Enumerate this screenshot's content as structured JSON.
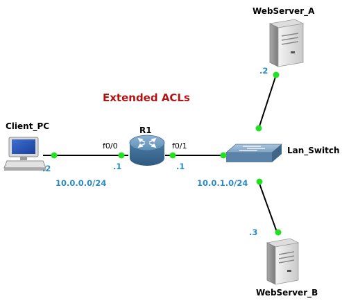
{
  "title": "Extended ACLs",
  "colors": {
    "title": "#b01515",
    "address": "#2a8ac4",
    "link": "#000000",
    "port_dot": "#22e022"
  },
  "devices": {
    "client_pc": {
      "name": "Client_PC",
      "icon": "desktop-pc-icon",
      "host_octet": ".2"
    },
    "router": {
      "name": "R1",
      "icon": "router-icon"
    },
    "switch": {
      "name": "Lan_Switch",
      "icon": "switch-icon"
    },
    "webserver_a": {
      "name": "WebServer_A",
      "icon": "server-icon",
      "host_octet": ".2"
    },
    "webserver_b": {
      "name": "WebServer_B",
      "icon": "server-icon",
      "host_octet": ".3"
    }
  },
  "interfaces": {
    "r1_left": {
      "name": "f0/0",
      "host_octet": ".1"
    },
    "r1_right": {
      "name": "f0/1",
      "host_octet": ".1"
    }
  },
  "networks": {
    "left": "10.0.0.0/24",
    "right": "10.0.1.0/24"
  }
}
